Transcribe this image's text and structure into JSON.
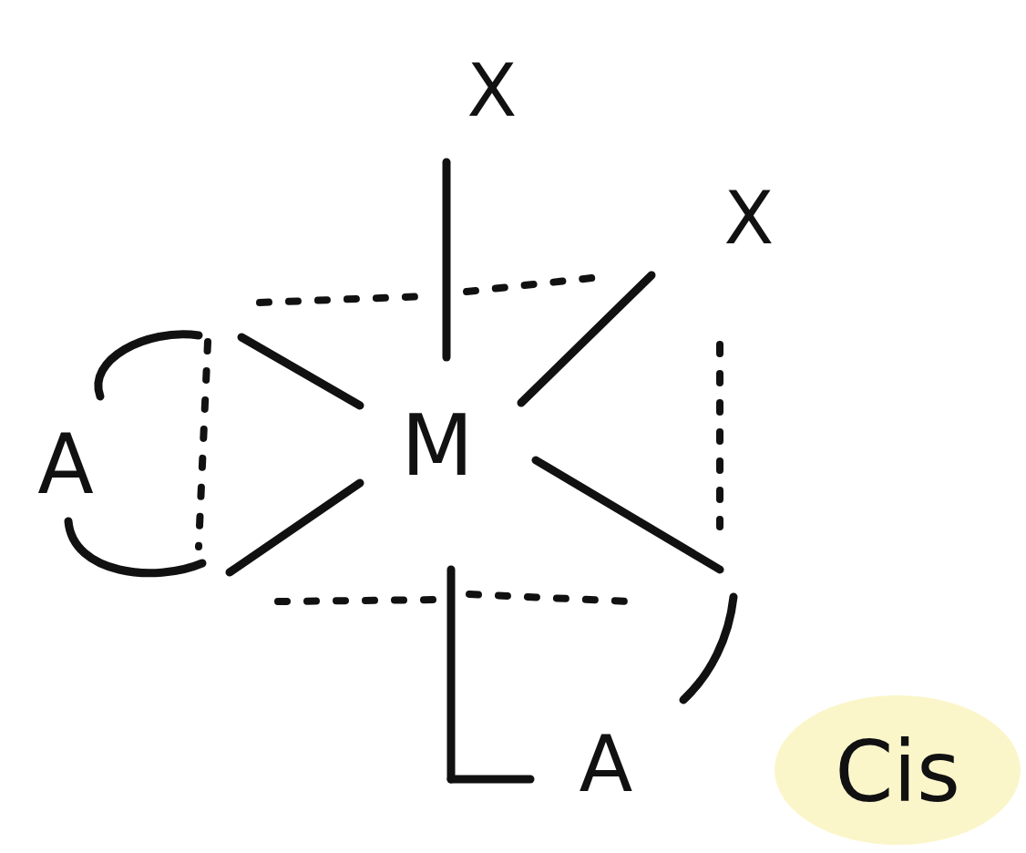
{
  "diagram": {
    "labels": [
      "X",
      "X",
      "M",
      "A",
      "A",
      "Cis"
    ]
  }
}
